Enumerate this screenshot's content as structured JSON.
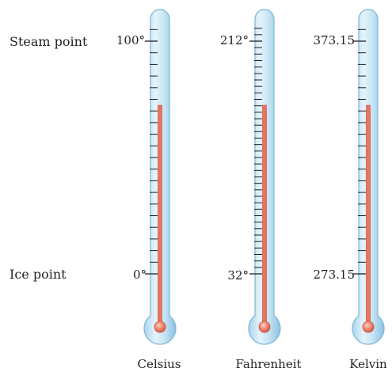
{
  "rows": {
    "steam": "Steam point",
    "ice": "Ice point"
  },
  "thermometers": [
    {
      "name": "Celsius",
      "steam_value": "100°",
      "ice_value": "0°",
      "minor_divisions": 20
    },
    {
      "name": "Fahrenheit",
      "steam_value": "212°",
      "ice_value": "32°",
      "minor_divisions": 36
    },
    {
      "name": "Kelvin",
      "steam_value": "373.15",
      "ice_value": "273.15",
      "minor_divisions": 20
    }
  ],
  "colors": {
    "tube_fill": "#b7dcf0",
    "tube_edge": "#7fb6d6",
    "liquid": "#e8735e",
    "liquid_edge": "#c9503e",
    "ticks": "#231f20"
  }
}
